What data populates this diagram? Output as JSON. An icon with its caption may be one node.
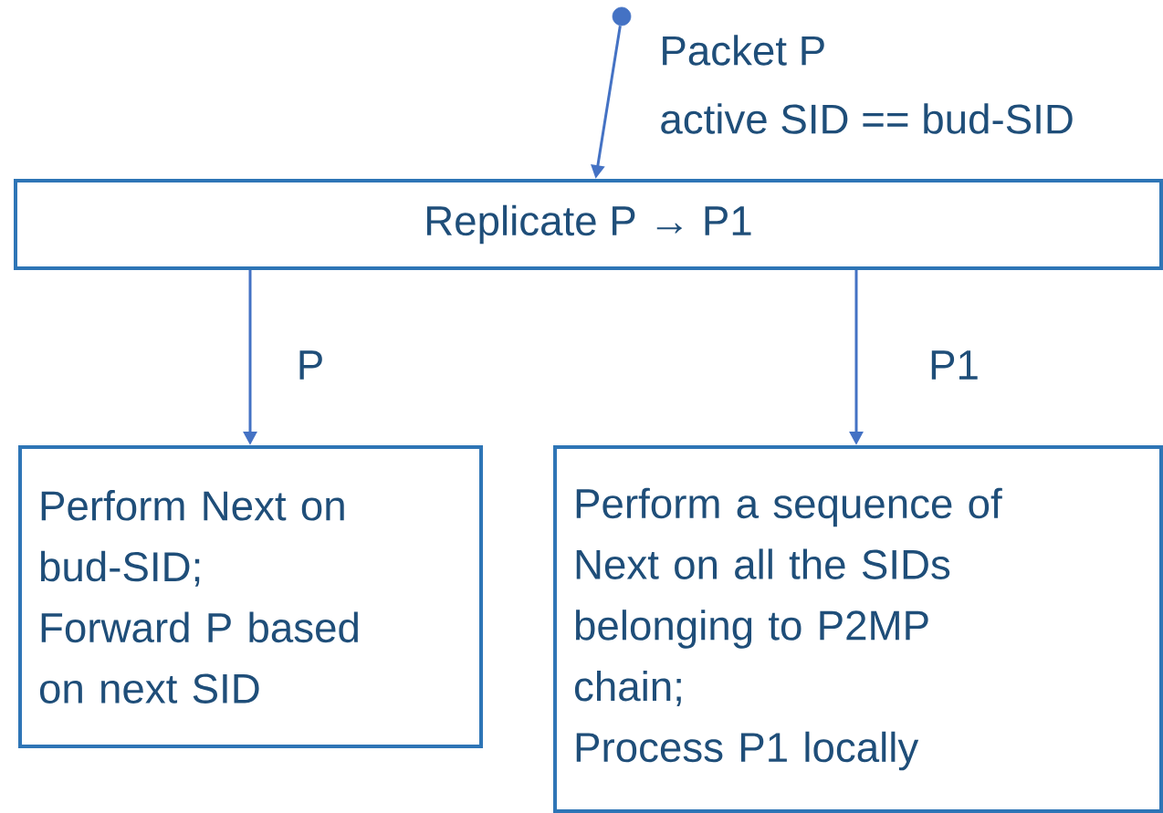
{
  "diagram": {
    "nodes": [
      {
        "text": [],
        "shape": "circle",
        "beside": [
          "Packet P",
          "active SID == bud-SID"
        ]
      },
      {
        "text": [
          "Replicate P → P1"
        ]
      },
      {
        "text": [
          "Perform Next on bud-SID;",
          "Forward P based on next SID"
        ]
      },
      {
        "text": [
          "Perform a sequence of Next on all the SIDs belonging to P2MP chain;",
          "Process P1 locally"
        ]
      }
    ],
    "edges": [
      {
        "from": 0,
        "to": 1,
        "arrow": "to"
      },
      {
        "from": 1,
        "to": 2,
        "arrow": "to",
        "label": "P"
      },
      {
        "from": 1,
        "to": 3,
        "arrow": "to",
        "label": "P1"
      }
    ]
  }
}
